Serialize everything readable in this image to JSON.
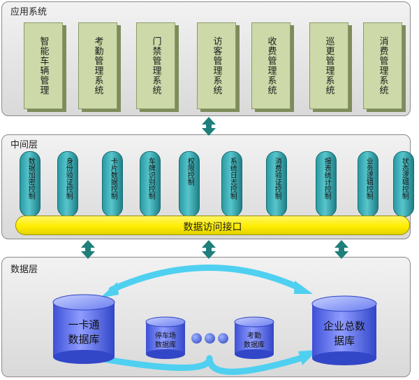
{
  "layers": {
    "application": {
      "title": "应用系统",
      "modules": [
        "智能车辆管理",
        "考勤管理系统",
        "门禁管理系统",
        "访客管理系统",
        "收费管理系统",
        "巡更管理系统",
        "消费管理系统"
      ]
    },
    "middle": {
      "title": "中间层",
      "modules": [
        "数据加密控制",
        "身份验证控制",
        "卡片数据控制",
        "车牌识别控制",
        "权限控制",
        "系统日志控制",
        "消费验证控制",
        "报表统计控制",
        "业务逻辑控制",
        "状态逻辑控制"
      ],
      "bus_label": "数据访问接口"
    },
    "data": {
      "title": "数据层",
      "left_db": [
        "一卡通",
        "数据库"
      ],
      "right_db": [
        "企业总数",
        "据库"
      ],
      "small_db_1": [
        "停车场",
        "数据库"
      ],
      "small_db_2": [
        "考勤",
        "数据库"
      ]
    }
  },
  "colors": {
    "module_fill": "#cdd9a8",
    "middleware_fill": "#40b4bc",
    "bus_fill": "#ffee00",
    "arrow": "#1f7f7a",
    "cyclic_arrow": "#4fd0f0",
    "db_fill": "#5a6ef0"
  }
}
